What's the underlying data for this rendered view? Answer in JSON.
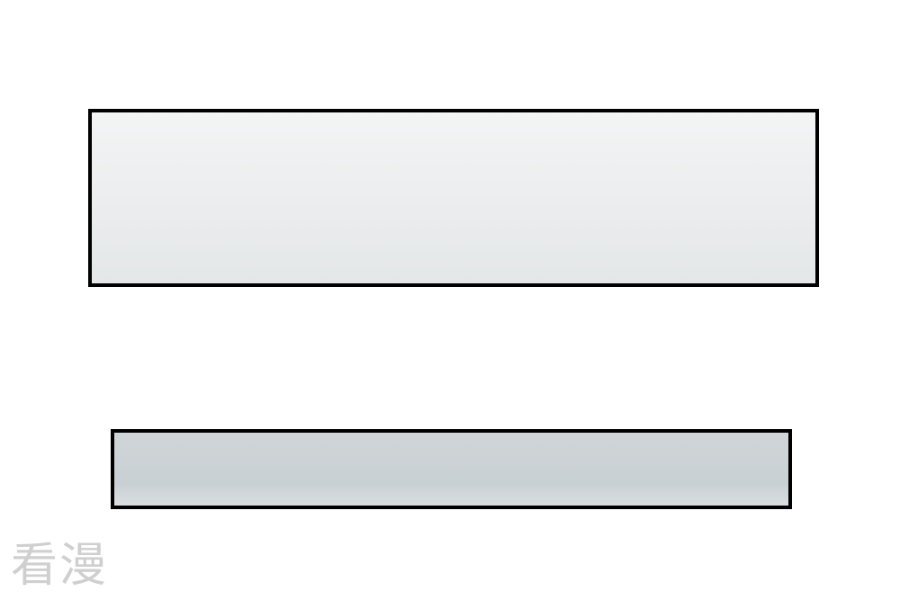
{
  "panels": [
    {
      "name": "blank-panel-top"
    },
    {
      "name": "blank-panel-bottom"
    }
  ],
  "watermark": {
    "text": "看漫"
  },
  "colors": {
    "background": "#ffffff",
    "border": "#000000",
    "panel_top_fill": "#eceeef",
    "panel_bottom_fill": "#c9d0d3",
    "watermark": "#cfcfcf"
  }
}
